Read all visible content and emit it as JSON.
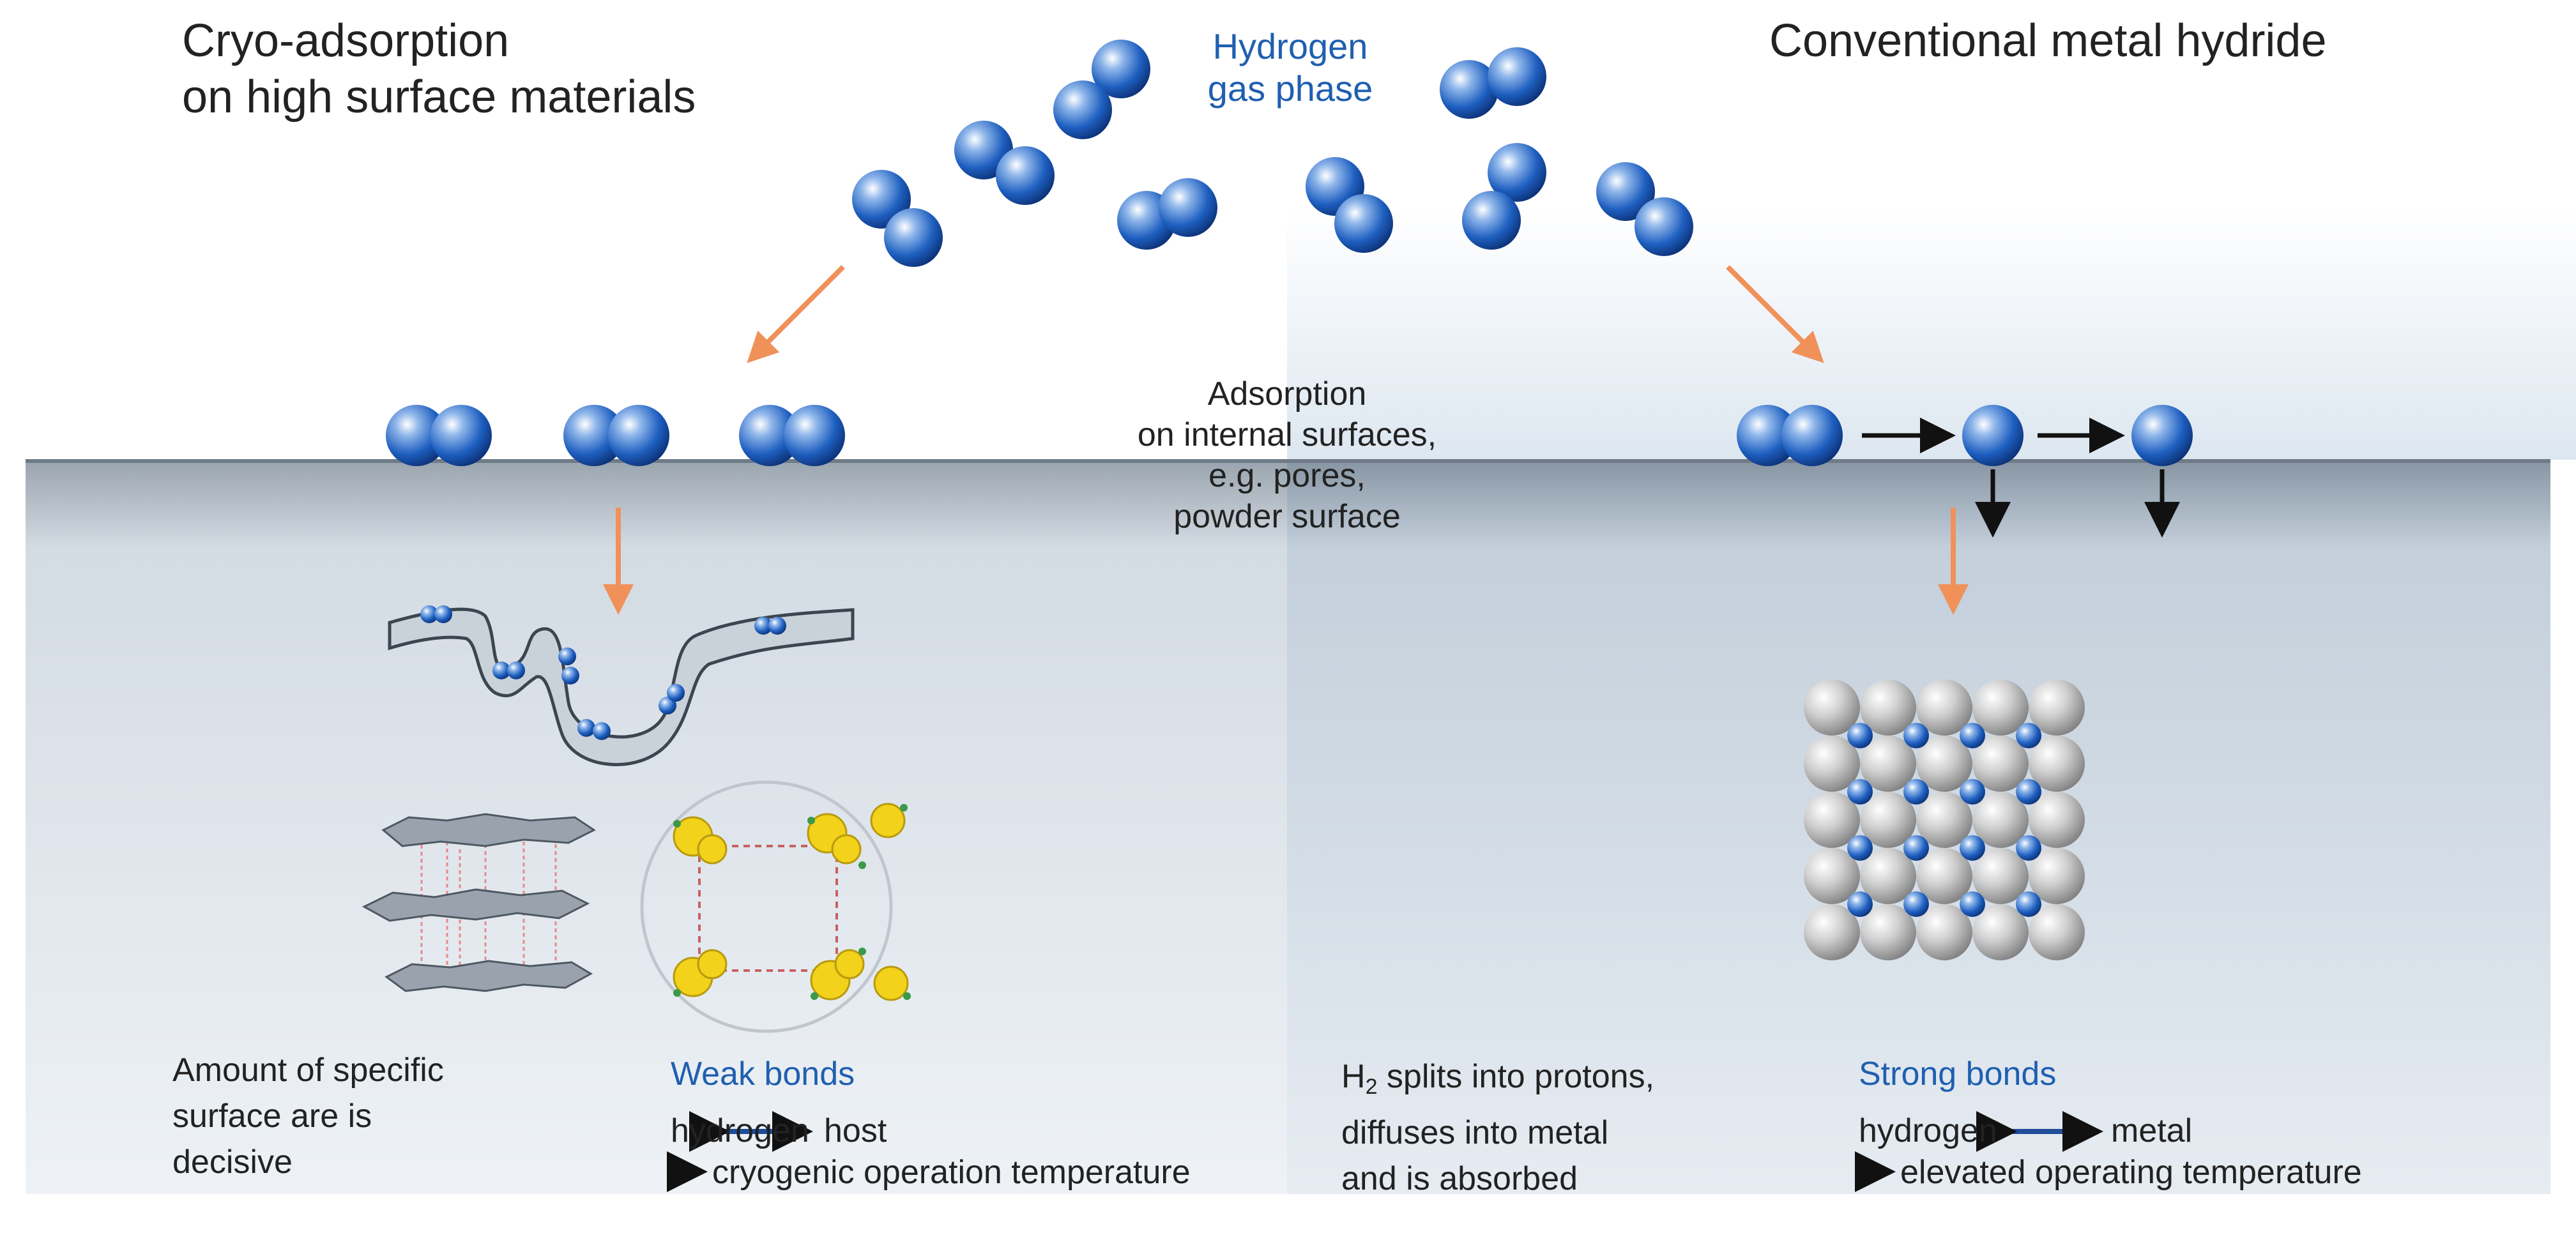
{
  "left_title": [
    "Cryo-adsorption",
    "on high surface materials"
  ],
  "right_title": "Conventional metal hydride",
  "gas_label": [
    "Hydrogen",
    "gas phase"
  ],
  "adsorption_label": [
    "Adsorption",
    "on internal surfaces,",
    "e.g. pores,",
    "powder surface"
  ],
  "left_note": [
    "Amount of specific",
    "surface are is",
    "decisive"
  ],
  "weak": {
    "title": "Weak bonds",
    "left_word": "hydrogen",
    "right_word": "host",
    "consequence": "cryogenic operation temperature"
  },
  "split_note": {
    "h_letter": "H",
    "subscript": "2",
    "line1_rest": " splits into protons,",
    "line2": "diffuses into metal",
    "line3": "and is absorbed"
  },
  "strong": {
    "title": "Strong bonds",
    "left_word": "hydrogen",
    "right_word": "metal",
    "consequence": "elevated operating temperature"
  },
  "colors": {
    "hydrogen_blue": "#1f5fb0",
    "process_arrow": "#f0915a",
    "metal_atom": "#c8c8c8",
    "mof_yellow": "#f2d21a"
  }
}
